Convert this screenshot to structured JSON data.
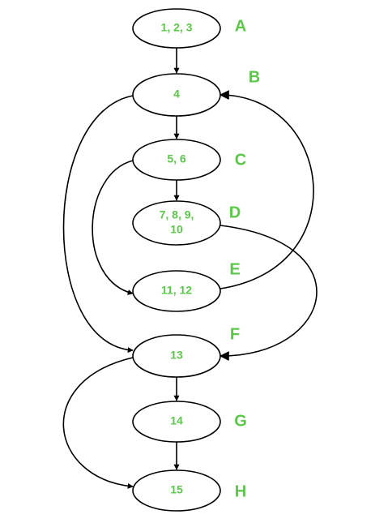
{
  "diagram": {
    "nodes": [
      {
        "id": "A",
        "label_lines": [
          "1, 2, 3"
        ],
        "letter": "A"
      },
      {
        "id": "B",
        "label_lines": [
          "4"
        ],
        "letter": "B"
      },
      {
        "id": "C",
        "label_lines": [
          "5, 6"
        ],
        "letter": "C"
      },
      {
        "id": "D",
        "label_lines": [
          "7, 8, 9,",
          "10"
        ],
        "letter": "D"
      },
      {
        "id": "E",
        "label_lines": [
          "11, 12"
        ],
        "letter": "E"
      },
      {
        "id": "F",
        "label_lines": [
          "13"
        ],
        "letter": "F"
      },
      {
        "id": "G",
        "label_lines": [
          "14"
        ],
        "letter": "G"
      },
      {
        "id": "H",
        "label_lines": [
          "15"
        ],
        "letter": "H"
      }
    ],
    "edges": [
      {
        "from": "A",
        "to": "B"
      },
      {
        "from": "B",
        "to": "C"
      },
      {
        "from": "C",
        "to": "D"
      },
      {
        "from": "D",
        "to": "F"
      },
      {
        "from": "C",
        "to": "E"
      },
      {
        "from": "E",
        "to": "B"
      },
      {
        "from": "B",
        "to": "F"
      },
      {
        "from": "F",
        "to": "G"
      },
      {
        "from": "G",
        "to": "H"
      },
      {
        "from": "F",
        "to": "H"
      }
    ],
    "colors": {
      "label": "#5cc84a",
      "line": "#000000",
      "background": "#ffffff"
    }
  }
}
